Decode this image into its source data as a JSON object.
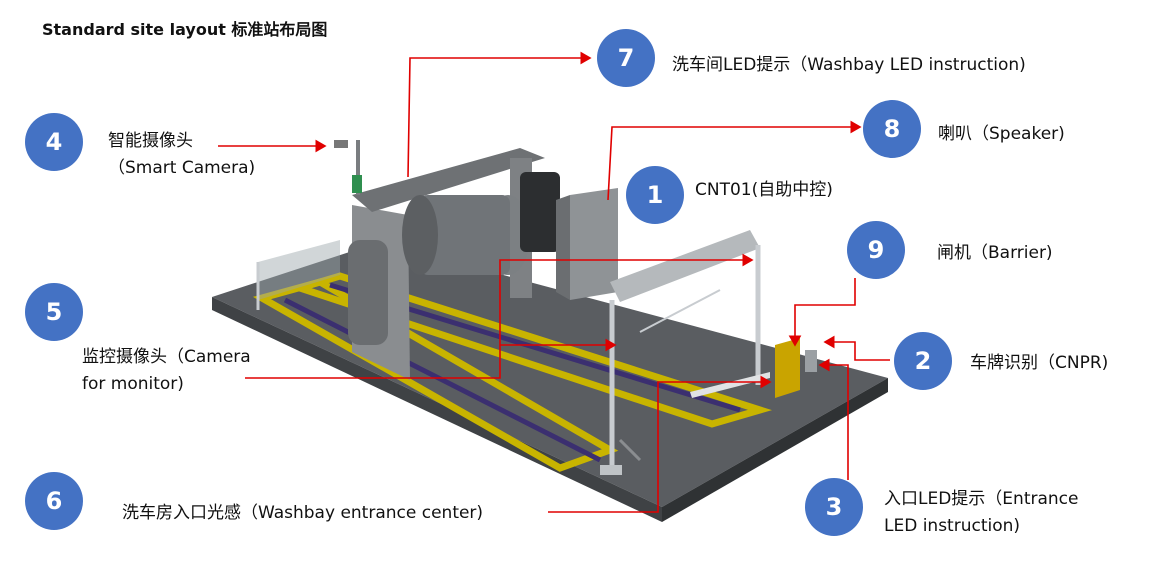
{
  "title": "Standard site layout 标准站布局图",
  "accent": "#4472C4",
  "line_color": "#E00000",
  "callouts": [
    {
      "number": "1",
      "label": "CNT01(自助中控)"
    },
    {
      "number": "2",
      "label": "车牌识别（CNPR)"
    },
    {
      "number": "3",
      "label_lines": [
        "入口LED提示（Entrance",
        "LED instruction)"
      ]
    },
    {
      "number": "4",
      "label_lines": [
        "智能摄像头",
        "（Smart Camera)"
      ]
    },
    {
      "number": "5",
      "label_lines": [
        "监控摄像头（Camera",
        "for monitor)"
      ]
    },
    {
      "number": "6",
      "label": "洗车房入口光感（Washbay entrance center)"
    },
    {
      "number": "7",
      "label": "洗车间LED提示（Washbay LED instruction)"
    },
    {
      "number": "8",
      "label": "喇叭（Speaker)"
    },
    {
      "number": "9",
      "label": "闸机（Barrier)"
    }
  ]
}
